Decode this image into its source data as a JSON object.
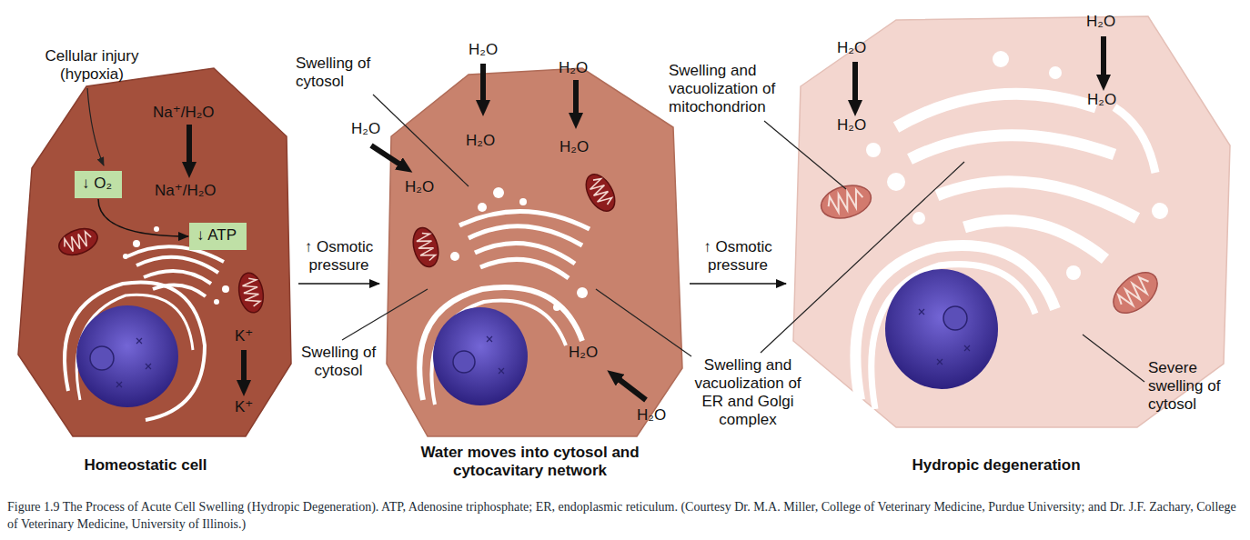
{
  "diagram": {
    "caption": "Figure 1.9 The Process of Acute Cell Swelling (Hydropic Degeneration). ATP, Adenosine triphosphate; ER, endoplasmic reticulum. (Courtesy Dr. M.A. Miller, College of Veterinary Medicine, Purdue University; and Dr. J.F. Zachary, College of Veterinary Medicine, University of Illinois.)",
    "nodes": [
      {
        "text": [
          "Homeostatic cell"
        ]
      },
      {
        "text": [
          "↓ O₂"
        ],
        "in": 0
      },
      {
        "text": [
          "↓ ATP"
        ],
        "in": 0
      },
      {
        "text": [
          "Water moves into cytosol and cytocavitary network"
        ]
      },
      {
        "text": [
          "Hydropic degeneration"
        ]
      }
    ],
    "edges": [
      {
        "from": 1,
        "to": 2,
        "arrow": "to"
      },
      {
        "from": 0,
        "to": 3,
        "label": "↑ Osmotic pressure",
        "arrow": "to"
      },
      {
        "from": 3,
        "to": 4,
        "label": "↑ Osmotic pressure",
        "arrow": "to"
      }
    ],
    "labels": [
      "Cellular injury (hypoxia)",
      "Na⁺/H₂O",
      "Na⁺/H₂O",
      "K⁺",
      "K⁺",
      "Swelling of cytosol",
      "Swelling of cytosol",
      "H₂O",
      "H₂O",
      "H₂O",
      "H₂O",
      "H₂O",
      "H₂O",
      "H₂O",
      "H₂O",
      "Swelling and vacuolization of mitochondrion",
      "Swelling and vacuolization of ER and Golgi complex",
      "H₂O",
      "H₂O",
      "H₂O",
      "H₂O",
      "Severe swelling of cytosol"
    ]
  }
}
